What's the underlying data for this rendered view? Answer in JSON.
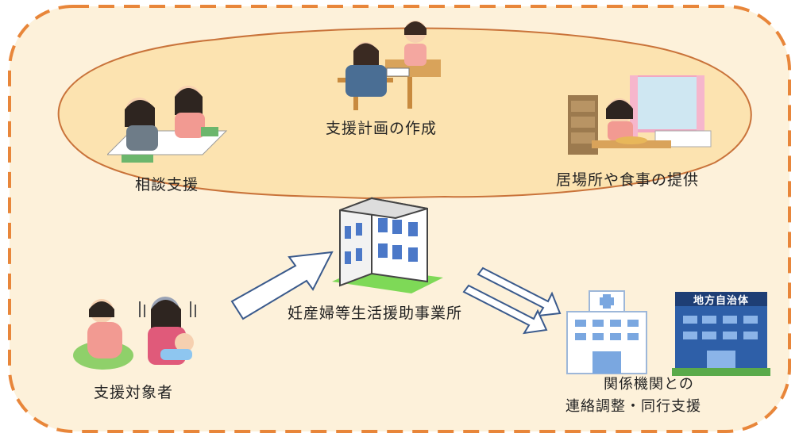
{
  "services": {
    "plan": "支援計画の作成",
    "consult": "相談支援",
    "housing": "居場所や食事の提供"
  },
  "facility": {
    "name": "妊産婦等生活援助事業所"
  },
  "target": {
    "label": "支援対象者"
  },
  "partners": {
    "line1": "関係機関との",
    "line2": "連絡調整・同行支援",
    "government_sign": "地方自治体"
  },
  "colors": {
    "frame": "#E8863A",
    "frame_fill": "#FDF1DA",
    "bubble": "#FCE3B0",
    "bubble_stroke": "#C9733A",
    "arrow_stroke": "#3A5A8C"
  }
}
